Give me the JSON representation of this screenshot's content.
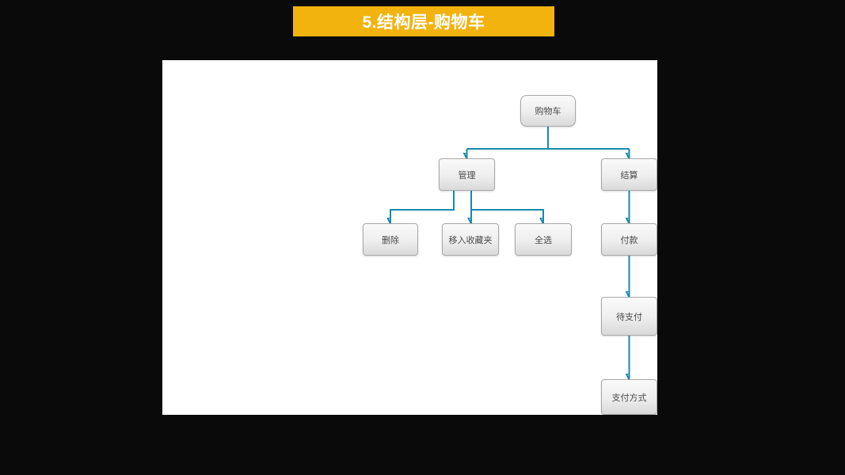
{
  "slide": {
    "title": "5.结构层-购物车"
  },
  "diagram": {
    "nodes": {
      "cart": "购物车",
      "manage": "管理",
      "checkout": "结算",
      "delete": "删除",
      "move_to_favorites": "移入收藏夹",
      "select_all": "全选",
      "pay": "付款",
      "pending_payment": "待支付",
      "payment_method": "支付方式"
    },
    "edges": [
      {
        "from": "cart",
        "to": "manage"
      },
      {
        "from": "cart",
        "to": "checkout"
      },
      {
        "from": "manage",
        "to": "delete"
      },
      {
        "from": "manage",
        "to": "move_to_favorites"
      },
      {
        "from": "manage",
        "to": "select_all"
      },
      {
        "from": "checkout",
        "to": "pay"
      },
      {
        "from": "pay",
        "to": "pending_payment"
      },
      {
        "from": "pending_payment",
        "to": "payment_method"
      }
    ]
  },
  "colors": {
    "background": "#0a0a0a",
    "title_bar": "#F2B30F",
    "title_text": "#ffffff",
    "canvas": "#ffffff",
    "connector": "#1989AC",
    "node_border": "#a9a9a9",
    "node_text": "#4a4a4a"
  }
}
